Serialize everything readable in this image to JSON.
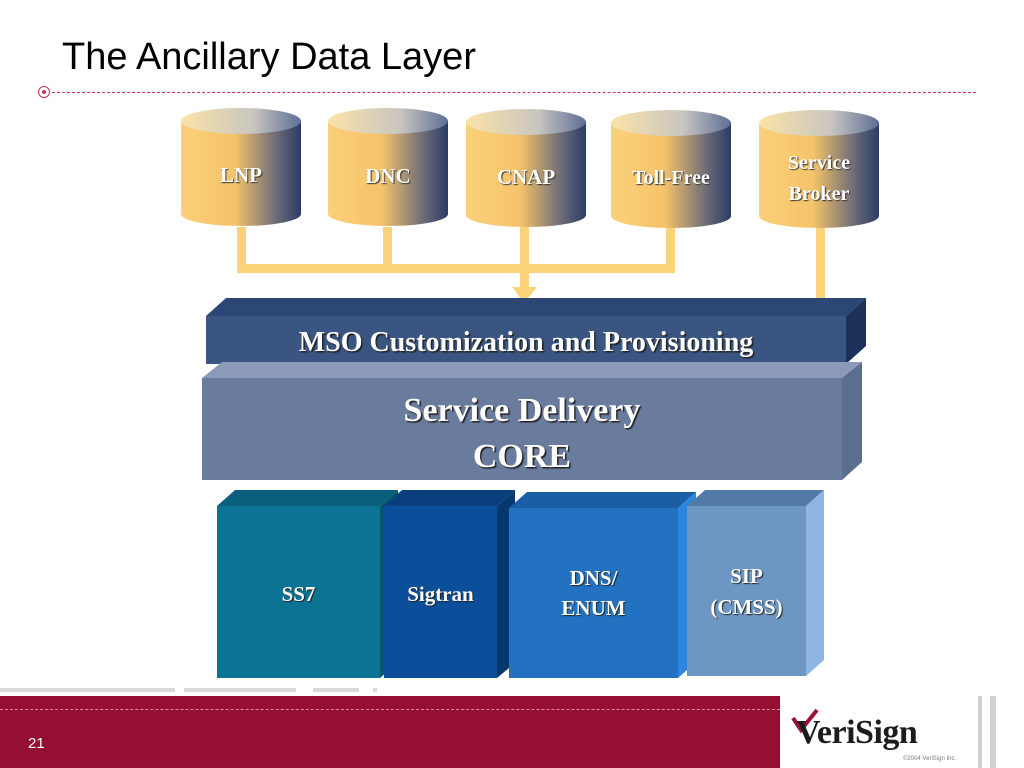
{
  "slide": {
    "title": "The Ancillary Data Layer",
    "page_number": "21"
  },
  "databases": [
    {
      "label": "LNP"
    },
    {
      "label": "DNC"
    },
    {
      "label": "CNAP"
    },
    {
      "label": "Toll-Free"
    },
    {
      "label_line1": "Service",
      "label_line2": "Broker"
    }
  ],
  "layers": {
    "provisioning": "MSO Customization and Provisioning",
    "core_line1": "Service Delivery",
    "core_line2": "CORE"
  },
  "blocks": [
    {
      "label": "SS7"
    },
    {
      "label": "Sigtran"
    },
    {
      "label_line1": "DNS/",
      "label_line2": "ENUM"
    },
    {
      "label_line1": "SIP",
      "label_line2": "(CMSS)"
    }
  ],
  "footer": {
    "logo_text": "VeriSign",
    "copyright": "©2004 VeriSign Inc."
  },
  "colors": {
    "cylinder_gold": "#f6c66a",
    "cylinder_navy": "#35456e",
    "connector": "#f9d27a",
    "provisioning_layer": "#3a5582",
    "core_layer": "#6a7c9e",
    "ss7": "#0b7394",
    "sigtran": "#0b4f9a",
    "dns_enum": "#2372c2",
    "sip_cmss": "#6d96c3",
    "footer": "#950f33"
  }
}
